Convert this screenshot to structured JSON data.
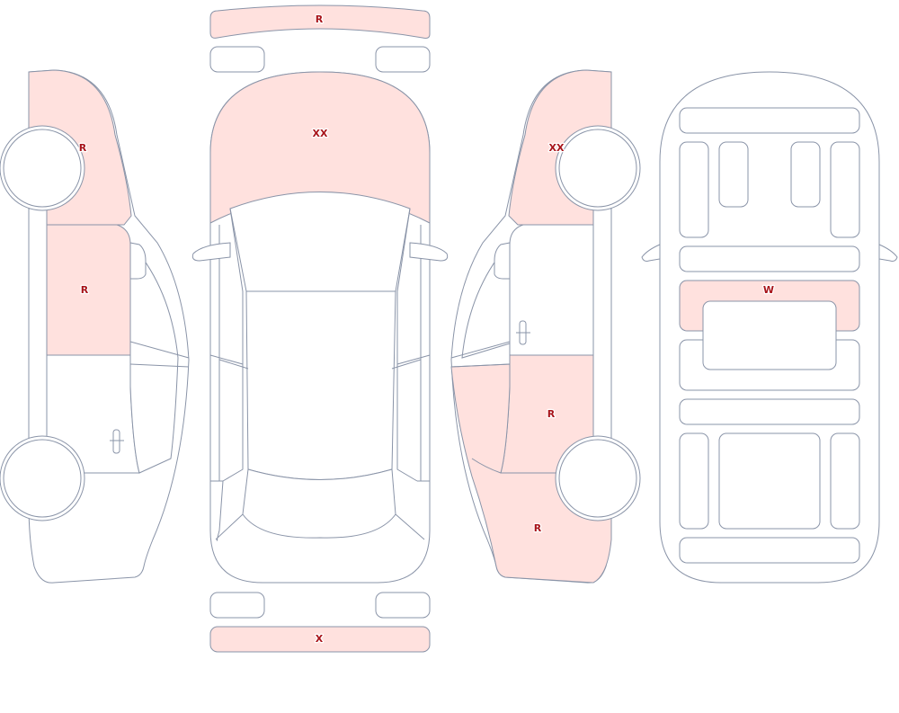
{
  "colors": {
    "outline": "#8a94a8",
    "damage_fill": "#ffe1de",
    "mark_text": "#a8141a"
  },
  "marks": {
    "front_bumper": "R",
    "hood": "XX",
    "left_front_fender": "R",
    "left_front_door": "R",
    "right_front_fender": "XX",
    "right_rear_door": "R",
    "right_rear_quarter": "R",
    "rear_bumper": "X",
    "cargo_floor": "W"
  }
}
